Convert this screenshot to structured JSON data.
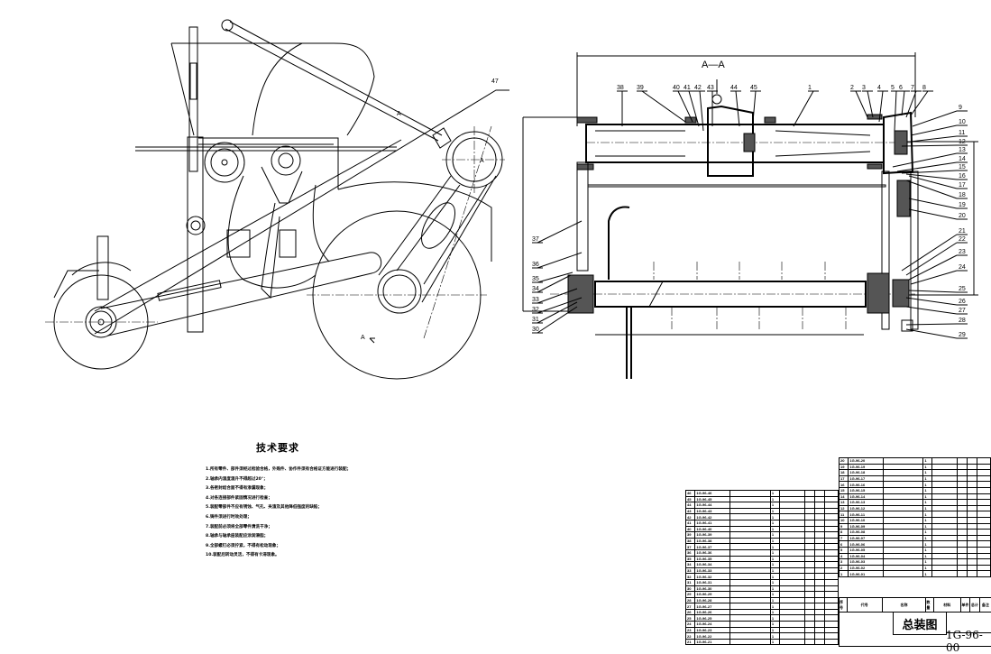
{
  "section_title": "A—A",
  "section_marks": [
    "A",
    "A",
    "A"
  ],
  "leader_labels": [
    "1",
    "2",
    "3",
    "4",
    "5",
    "6",
    "7",
    "8",
    "9",
    "10",
    "11",
    "12",
    "13",
    "14",
    "15",
    "16",
    "17",
    "18",
    "19",
    "20",
    "21",
    "22",
    "23",
    "24",
    "25",
    "26",
    "27",
    "28",
    "29",
    "30",
    "31",
    "32",
    "33",
    "34",
    "35",
    "36",
    "37",
    "38",
    "39",
    "40",
    "41",
    "42",
    "43",
    "44",
    "45",
    "47"
  ],
  "tech_requirements": {
    "title": "技术要求",
    "items": [
      "1.所有零件、部件须经过检验合格，外购件、协作件须有合格证方能进行装配；",
      "2.轴承内温度温升不得超过20°；",
      "3.各密封结合面不得有渗漏现象；",
      "4.对各连接部件紧固情况进行检查；",
      "5.装配零部件不应有锈蚀、气孔、夹渣及其他降低强度的缺陷；",
      "6.铸件须进行时效处理；",
      "7.装配前必须将全部零件清洗干净；",
      "8.轴承与轴承座装配应涂润滑脂；",
      "9.全部螺钉必须拧紧，不得有松动现象；",
      "10.装配后转动灵活，不得有卡滞现象。"
    ]
  },
  "bom_left": [
    [
      "46",
      "1G-96-46",
      "",
      "1",
      ""
    ],
    [
      "45",
      "1G-96-45",
      "",
      "1",
      ""
    ],
    [
      "44",
      "1G-96-44",
      "",
      "1",
      ""
    ],
    [
      "43",
      "1G-96-43",
      "",
      "1",
      ""
    ],
    [
      "42",
      "1G-96-42",
      "",
      "1",
      ""
    ],
    [
      "41",
      "1G-96-41",
      "",
      "1",
      ""
    ],
    [
      "40",
      "1G-96-40",
      "",
      "1",
      ""
    ],
    [
      "39",
      "1G-96-39",
      "",
      "1",
      ""
    ],
    [
      "38",
      "1G-96-38",
      "",
      "1",
      ""
    ],
    [
      "37",
      "1G-96-37",
      "",
      "1",
      ""
    ],
    [
      "36",
      "1G-96-36",
      "",
      "1",
      ""
    ],
    [
      "35",
      "1G-96-35",
      "",
      "1",
      ""
    ],
    [
      "34",
      "1G-96-34",
      "",
      "1",
      ""
    ],
    [
      "33",
      "1G-96-33",
      "",
      "1",
      ""
    ],
    [
      "32",
      "1G-96-32",
      "",
      "1",
      ""
    ],
    [
      "31",
      "1G-96-31",
      "",
      "1",
      ""
    ],
    [
      "30",
      "1G-96-30",
      "",
      "1",
      ""
    ],
    [
      "29",
      "1G-96-29",
      "",
      "1",
      ""
    ],
    [
      "28",
      "1G-96-28",
      "",
      "1",
      ""
    ],
    [
      "27",
      "1G-96-27",
      "",
      "1",
      ""
    ],
    [
      "26",
      "1G-96-26",
      "",
      "1",
      ""
    ],
    [
      "25",
      "1G-96-25",
      "",
      "1",
      ""
    ],
    [
      "24",
      "1G-96-24",
      "",
      "1",
      ""
    ],
    [
      "23",
      "1G-96-23",
      "",
      "1",
      ""
    ],
    [
      "22",
      "1G-96-22",
      "",
      "1",
      ""
    ],
    [
      "21",
      "1G-96-21",
      "",
      "1",
      ""
    ]
  ],
  "bom_right": [
    [
      "20",
      "1G-96-20",
      "",
      "1",
      ""
    ],
    [
      "19",
      "1G-96-19",
      "",
      "1",
      ""
    ],
    [
      "18",
      "1G-96-18",
      "",
      "1",
      ""
    ],
    [
      "17",
      "1G-96-17",
      "",
      "1",
      ""
    ],
    [
      "16",
      "1G-96-16",
      "",
      "1",
      ""
    ],
    [
      "15",
      "1G-96-15",
      "",
      "1",
      ""
    ],
    [
      "14",
      "1G-96-14",
      "",
      "1",
      ""
    ],
    [
      "13",
      "1G-96-13",
      "",
      "1",
      ""
    ],
    [
      "12",
      "1G-96-12",
      "",
      "1",
      ""
    ],
    [
      "11",
      "1G-96-11",
      "",
      "1",
      ""
    ],
    [
      "10",
      "1G-96-10",
      "",
      "1",
      ""
    ],
    [
      "9",
      "1G-96-09",
      "",
      "1",
      ""
    ],
    [
      "8",
      "1G-96-08",
      "",
      "1",
      ""
    ],
    [
      "7",
      "1G-96-07",
      "",
      "1",
      ""
    ],
    [
      "6",
      "1G-96-06",
      "",
      "1",
      ""
    ],
    [
      "5",
      "1G-96-05",
      "",
      "1",
      ""
    ],
    [
      "4",
      "1G-96-04",
      "",
      "1",
      ""
    ],
    [
      "3",
      "1G-96-03",
      "",
      "1",
      ""
    ],
    [
      "2",
      "1G-96-02",
      "",
      "1",
      ""
    ],
    [
      "1",
      "1G-96-01",
      "",
      "1",
      ""
    ]
  ],
  "bom_header": [
    "序号",
    "代号",
    "名称",
    "数量",
    "材料",
    "单件",
    "总计",
    "备注"
  ],
  "title_block": {
    "drawing_name": "总装图",
    "drawing_code": "1G-96-00"
  }
}
